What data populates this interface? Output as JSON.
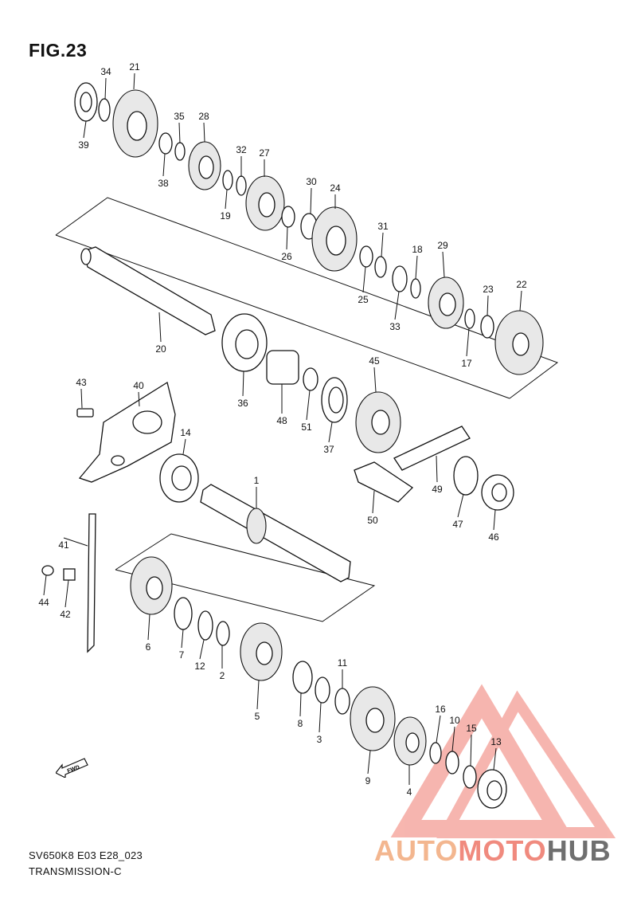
{
  "figure_title": "FIG.23",
  "footer": {
    "model_code": "SV650K8 E03 E28_023",
    "section": "TRANSMISSION-C"
  },
  "fwd_label": "FWD",
  "watermark": {
    "part1": "AUTO",
    "part2": "MOTO",
    "part3": "HUB",
    "color_auto": "#f3b68f",
    "color_moto": "#f08a7e",
    "color_hub": "#6f6f6f",
    "triangle_color": "#f07a6e"
  },
  "callouts": [
    "34",
    "21",
    "39",
    "35",
    "38",
    "28",
    "32",
    "19",
    "27",
    "30",
    "24",
    "26",
    "31",
    "25",
    "18",
    "29",
    "33",
    "23",
    "22",
    "17",
    "20",
    "36",
    "48",
    "51",
    "37",
    "45",
    "43",
    "40",
    "14",
    "1",
    "49",
    "47",
    "46",
    "50",
    "41",
    "44",
    "42",
    "6",
    "7",
    "12",
    "2",
    "5",
    "8",
    "3",
    "11",
    "9",
    "4",
    "16",
    "10",
    "15",
    "13"
  ]
}
